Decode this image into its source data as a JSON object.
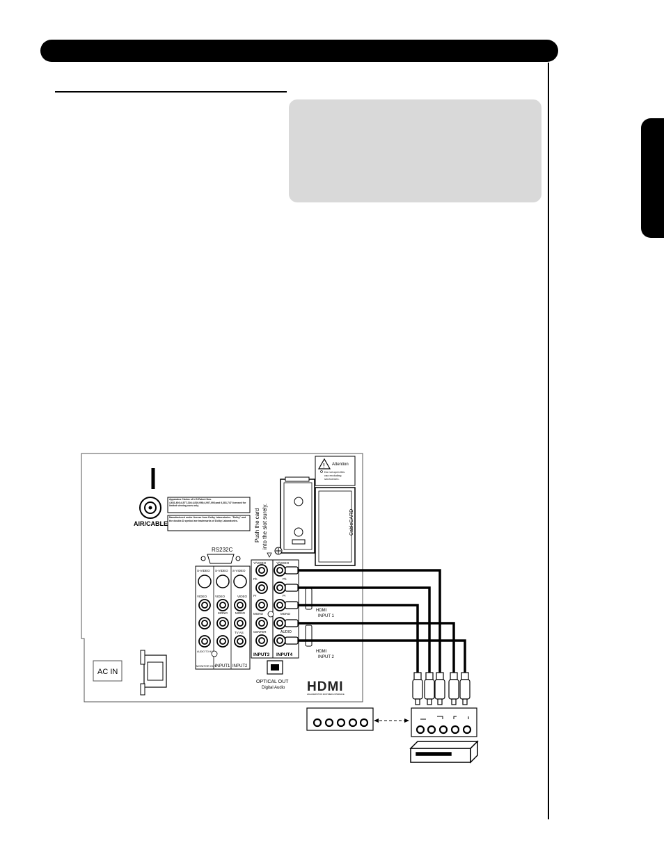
{
  "panel": {
    "antenna_label": "AIR/CABLE",
    "patent_note_1": "Apparatus Claims of U.S.Patent Nos. 4,631,603;4,577,216;4,819,098;4,907,093;and 6,381,747 licensed for limited viewing uses only.",
    "patent_note_2": "Manufactured under license from Dolby Laboratories. \"Dolby\" and the double-D symbol are trademarks of Dolby Laboratories.",
    "rs232c_label": "RS232C",
    "push_card_text_1": "Push the card",
    "push_card_text_2": "into the slot surely.",
    "attention_title": "Attention",
    "attention_text_1": "Do not open this",
    "attention_text_2": "cao excluding",
    "attention_text_3": "servicemen.",
    "cablecard_label": "CableCARD",
    "svideo_label": "S-VIDEO",
    "video_label": "VIDEO",
    "y_video_label": "Y/VIDEO",
    "pb_label": "Pb",
    "pr_label": "Pr",
    "mono_label": "MONO",
    "audio_to_hifi": "AUDIO TO HI-FI",
    "center_label": "CENTER",
    "tv_as_label": "TV AS",
    "audio_label": "AUDIO",
    "input1_label": "INPUT1",
    "input2_label": "INPUT2",
    "input3_label": "INPUT3",
    "input4_label": "INPUT4",
    "monitor_out_label": "MONITOR OUT",
    "hdmi_input1_line1": "HDMI",
    "hdmi_input1_line2": "INPUT 1",
    "hdmi_input2_line1": "HDMI",
    "hdmi_input2_line2": "INPUT 2",
    "optical_out_line1": "OPTICAL OUT",
    "optical_out_line2": "Digital Audio",
    "hdmi_logo": "HDMI",
    "hdmi_tagline": "HIGH-DEFINITION MULTIMEDIA INTERFACE",
    "ac_in_label": "AC IN"
  }
}
